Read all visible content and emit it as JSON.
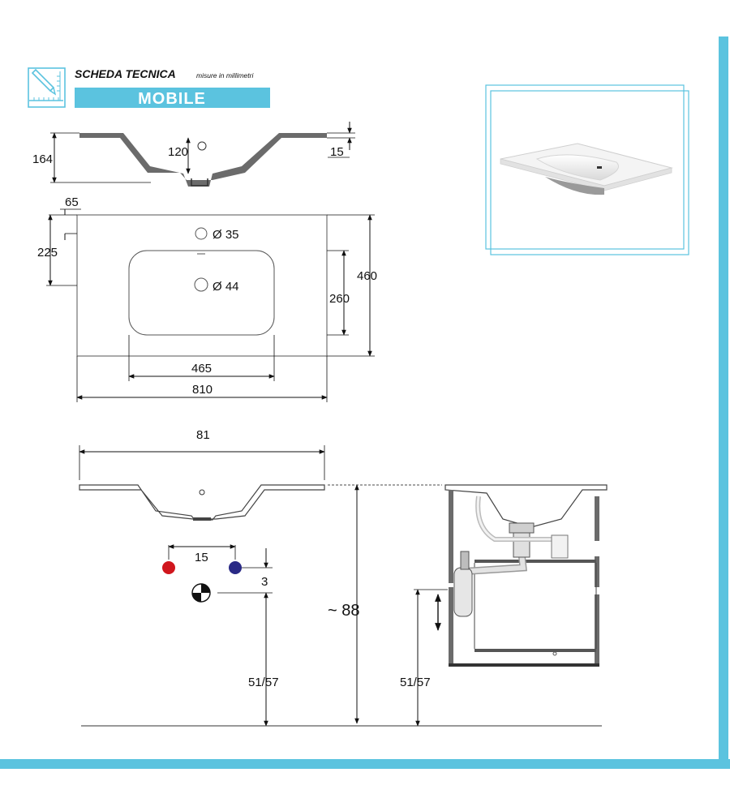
{
  "header": {
    "title": "SCHEDA TECNICA",
    "subtitle": "misure in millimetri",
    "banner": "MOBILE"
  },
  "colors": {
    "accent": "#5bc3df",
    "hot_tap": "#d0161d",
    "cold_tap": "#2a2a86",
    "sink_profile": "#6b6b6b"
  },
  "side_profile": {
    "height": "164",
    "drain_depth": "120",
    "rim_thickness": "15"
  },
  "top_view": {
    "tap_offset": "65",
    "tap_to_bowl": "225",
    "tap_hole": "Ø 35",
    "drain_hole": "Ø 44",
    "bowl_depth": "260",
    "depth": "460",
    "bowl_width": "465",
    "width": "810"
  },
  "installation": {
    "width_cm": "81",
    "tap_spacing": "15",
    "tap_height_diff": "3",
    "total_height": "~ 88",
    "drain_height": "51/57",
    "drain_height_cabinet": "51/57"
  },
  "icons": [
    "ruler-pencil-icon",
    "product-photo"
  ]
}
